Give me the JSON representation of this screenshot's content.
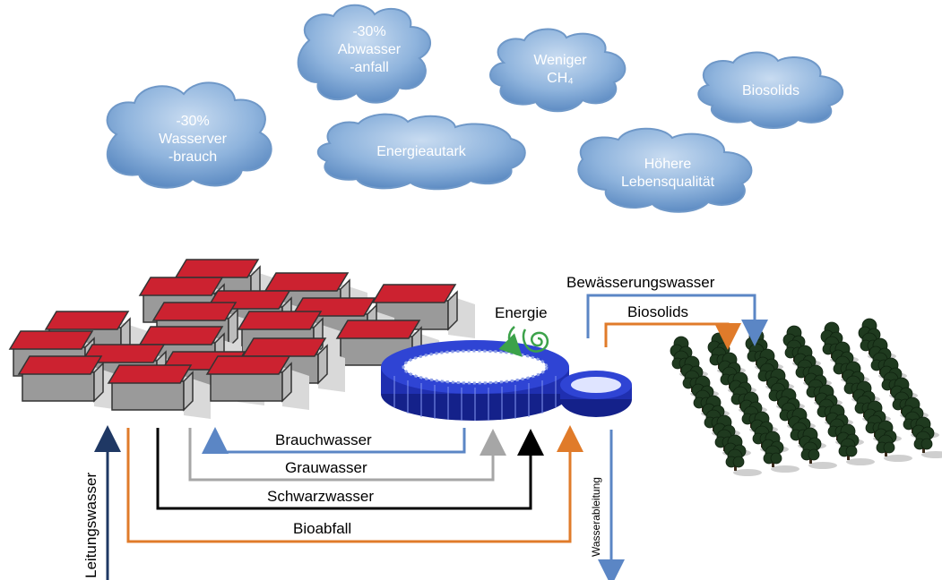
{
  "clouds": [
    {
      "id": "wasser",
      "lines": [
        "-30%",
        "Wasserver",
        "-brauch"
      ]
    },
    {
      "id": "abwasser",
      "lines": [
        "-30%",
        "Abwasser",
        "-anfall"
      ]
    },
    {
      "id": "ch4",
      "lines": [
        "Weniger",
        "CH₄"
      ]
    },
    {
      "id": "biosolids",
      "lines": [
        "Biosolids"
      ]
    },
    {
      "id": "energie",
      "lines": [
        "Energieautark"
      ]
    },
    {
      "id": "lebens",
      "lines": [
        "Höhere",
        "Lebensqualität"
      ]
    }
  ],
  "flows": {
    "brauchwasser": "Brauchwasser",
    "grauwasser": "Grauwasser",
    "schwarzwasser": "Schwarzwasser",
    "bioabfall": "Bioabfall",
    "leitungswasser": "Leitungswasser",
    "wasserableitung": "Wasserableitung",
    "bewaesserungswasser": "Bewässerungswasser",
    "biosolids_flow": "Biosolids",
    "energie": "Energie"
  },
  "colors": {
    "cloud_fill": "#8fb4dd",
    "cloud_edge": "#6f98c8",
    "roof": "#cc2230",
    "wall": "#9a9a9a",
    "brauchwasser": "#5b86c5",
    "grauwasser": "#a6a6a6",
    "schwarzwasser": "#000000",
    "bioabfall": "#e07b2a",
    "leitungswasser": "#1f3864",
    "plant": "#1f2fb0",
    "energie": "#3ca24a",
    "tree": "#1f3a1f"
  }
}
